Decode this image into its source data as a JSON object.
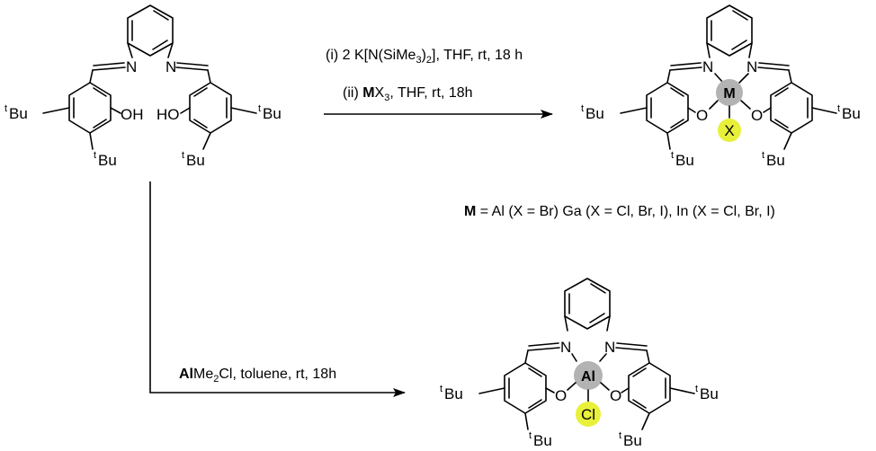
{
  "colors": {
    "metal_circle": "#b3b3b3",
    "halide_circle": "#e8f03a",
    "ink": "#000000",
    "background": "#ffffff"
  },
  "labels": {
    "N": "N",
    "OH": "OH",
    "HO": "HO",
    "O": "O",
    "t": "t",
    "Bu": "Bu"
  },
  "top_right_complex": {
    "metal": "M",
    "halide": "X"
  },
  "bottom_complex": {
    "metal": "Al",
    "halide": "Cl"
  },
  "conditions": {
    "step1_prefix": "(i) 2 K[N(SiMe",
    "step1_sub1": "3",
    "step1_mid": ")",
    "step1_sub2": "2",
    "step1_suffix": "], THF, rt, 18 h",
    "step2_prefix": "(ii) ",
    "step2_metal": "M",
    "step2_x": "X",
    "step2_sub": "3",
    "step2_suffix": ", THF, rt, 18h",
    "bottom_metal": "Al",
    "bottom_me": "Me",
    "bottom_sub": "2",
    "bottom_suffix": "Cl, toluene, rt, 18h"
  },
  "definition": {
    "metal": "M",
    "text": " = Al (X = Br) Ga (X = Cl, Br, I), In (X = Cl, Br, I)"
  }
}
